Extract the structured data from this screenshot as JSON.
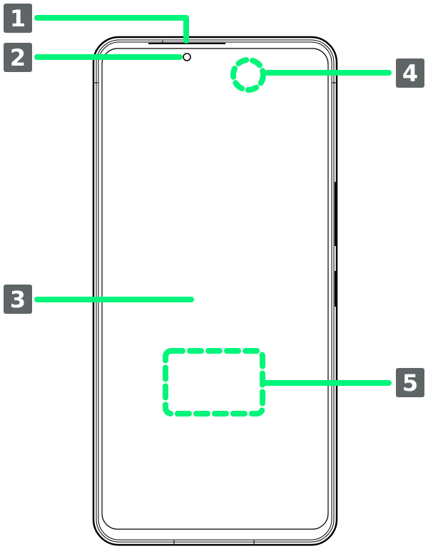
{
  "callouts": [
    {
      "number": "1"
    },
    {
      "number": "2"
    },
    {
      "number": "3"
    },
    {
      "number": "4"
    },
    {
      "number": "5"
    }
  ],
  "colors": {
    "accent": "#00f57a",
    "badge": "#5f6566",
    "outline": "#000000"
  }
}
